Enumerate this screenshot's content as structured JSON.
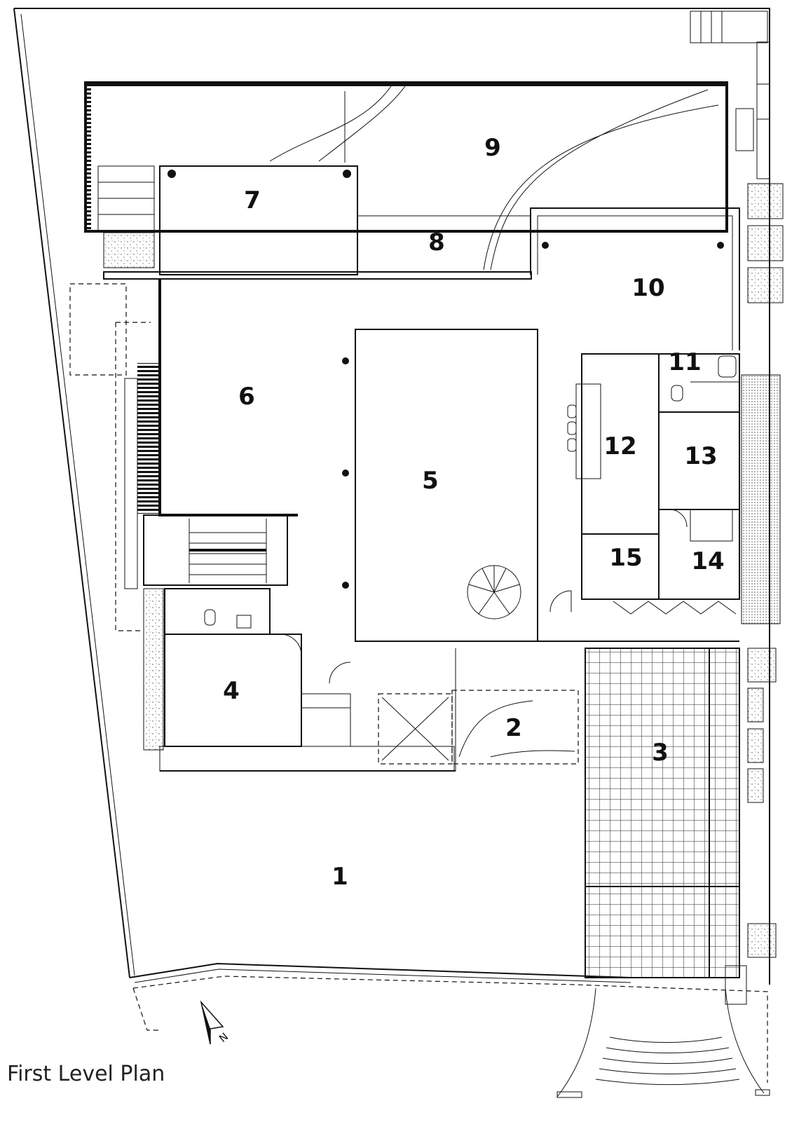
{
  "drawing": {
    "caption": "First Level Plan",
    "north_label": "N"
  },
  "rooms": [
    {
      "id": "1",
      "label": "1"
    },
    {
      "id": "2",
      "label": "2"
    },
    {
      "id": "3",
      "label": "3"
    },
    {
      "id": "4",
      "label": "4"
    },
    {
      "id": "5",
      "label": "5"
    },
    {
      "id": "6",
      "label": "6"
    },
    {
      "id": "7",
      "label": "7"
    },
    {
      "id": "8",
      "label": "8"
    },
    {
      "id": "9",
      "label": "9"
    },
    {
      "id": "10",
      "label": "10"
    },
    {
      "id": "11",
      "label": "11"
    },
    {
      "id": "12",
      "label": "12"
    },
    {
      "id": "13",
      "label": "13"
    },
    {
      "id": "14",
      "label": "14"
    },
    {
      "id": "15",
      "label": "15"
    }
  ],
  "colors": {
    "line": "#111111",
    "background": "#ffffff",
    "hatch": "#444444"
  },
  "icons": [
    "north-arrow-icon"
  ]
}
